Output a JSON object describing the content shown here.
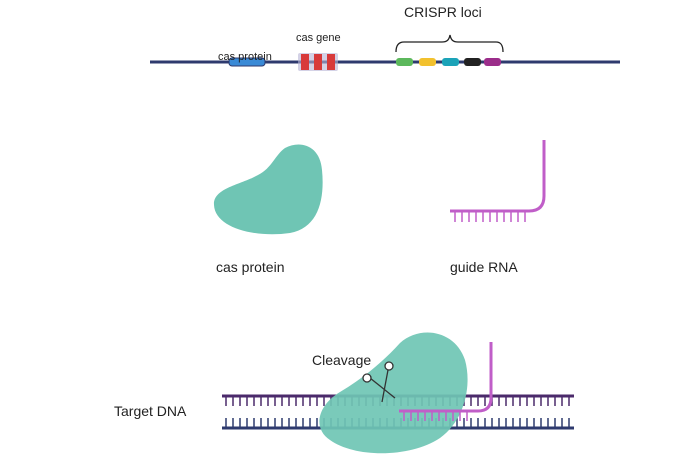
{
  "genome": {
    "cas_protein_label": "cas protein",
    "cas_gene_label": "cas gene",
    "crispr_loci_label": "CRISPR loci"
  },
  "components": {
    "cas_protein_label": "cas protein",
    "guide_rna_label": "guide RNA"
  },
  "complex": {
    "cleavage_label": "Cleavage",
    "target_dna_label": "Target DNA"
  },
  "colors": {
    "dna_strand": "#2e3a6e",
    "dna_purple": "#4b2a6b",
    "cas_protein": "#6fc5b4",
    "guide_rna": "#c05ec8",
    "cas_gene": "#d83a3a",
    "cas_protein_bar": "#3a8ad6",
    "crispr_segments": [
      "#5cb85c",
      "#f2c12e",
      "#1ba3b8",
      "#222222",
      "#9b2d8a"
    ]
  }
}
